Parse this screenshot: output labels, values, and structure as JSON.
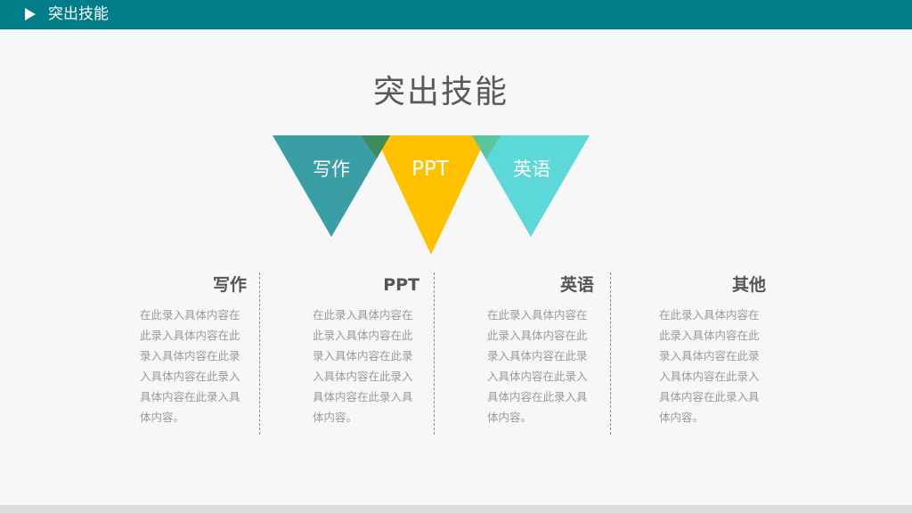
{
  "header": {
    "title": "突出技能"
  },
  "slide": {
    "title": "突出技能"
  },
  "triangles": [
    {
      "label": "写作",
      "color": "#3a9fa4"
    },
    {
      "label": "PPT",
      "color": "#ffc000"
    },
    {
      "label": "英语",
      "color": "#5dd8d8"
    }
  ],
  "overlap_colors": [
    "#3e8c5e",
    "#5ac79a"
  ],
  "columns": [
    {
      "heading": "写作",
      "body": "在此录入具体内容在此录入具体内容在此录入具体内容在此录入具体内容在此录入具体内容在此录入具体内容。"
    },
    {
      "heading": "PPT",
      "body": "在此录入具体内容在此录入具体内容在此录入具体内容在此录入具体内容在此录入具体内容在此录入具体内容。"
    },
    {
      "heading": "英语",
      "body": "在此录入具体内容在此录入具体内容在此录入具体内容在此录入具体内容在此录入具体内容在此录入具体内容。"
    },
    {
      "heading": "其他",
      "body": "在此录入具体内容在此录入具体内容在此录入具体内容在此录入具体内容在此录入具体内容在此录入具体内容。"
    }
  ],
  "colors": {
    "header_bg": "#017d87",
    "page_bg": "#f7f7f7",
    "heading_text": "#555555",
    "body_text": "#9a9a9a"
  }
}
